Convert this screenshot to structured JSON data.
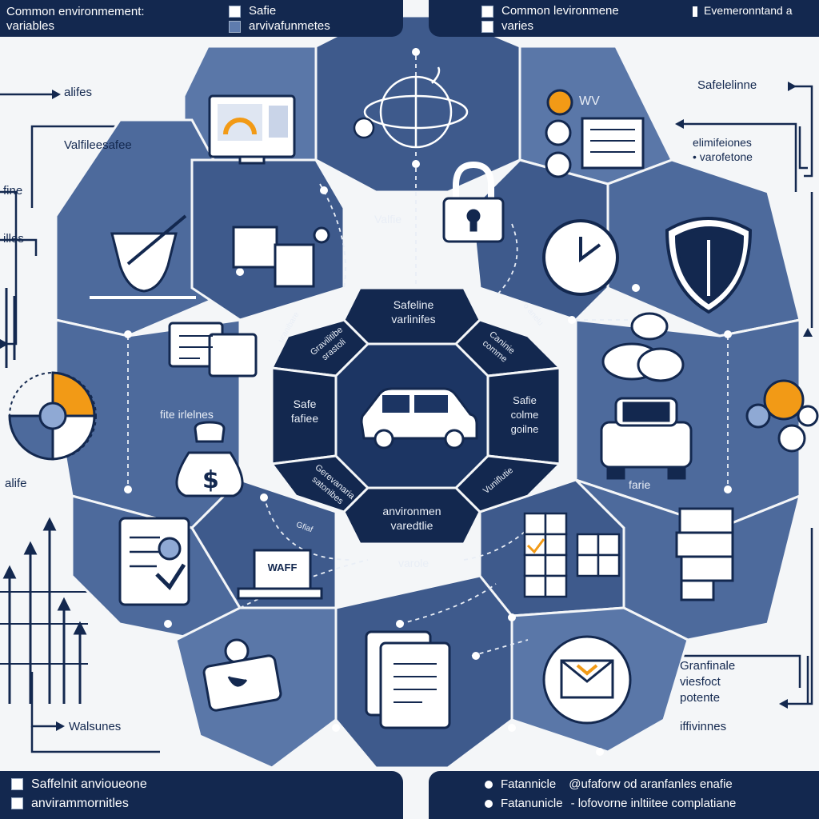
{
  "colors": {
    "navy": "#13284f",
    "hex_blue": "#3e5a8c",
    "hex_mid": "#4d6a9c",
    "hex_light": "#6d88b8",
    "accent_orange": "#f29a16",
    "line": "#13284f",
    "bg": "#f4f6f8"
  },
  "top_left_panel": {
    "title": "Common environmement:",
    "subtitle": "variables",
    "check1_label": "Safie",
    "check2_label": "arvivafunmetes"
  },
  "top_right_panel": {
    "label1": "Common levironmene",
    "label2": "varies",
    "label3": "Evemeronntand a"
  },
  "bottom_left_panel": {
    "line1": "Saffelnit anvioueone",
    "line2": "anvirammornitles"
  },
  "bottom_right_panel": {
    "line1": "Fatannicle",
    "line1b": "@ufaforw od aranfanles enafie",
    "line2": "Fatanunicle",
    "line2b": "- lofovorne inltiitee complatiane"
  },
  "side_labels": {
    "alifes": "alifes",
    "valfile": "Valfileesafee",
    "fine": "fine",
    "illes": "illes",
    "alife": "alife",
    "walsunes": "Walsunes",
    "safelelinne": "Safelelinne",
    "eliminfeiones": "elimifeiones",
    "varofetone": "• varofetone",
    "granfinale": "Granfinale",
    "viesfoct": "viesfoct",
    "potente": "potente",
    "iffivinnes": "iffivinnes"
  },
  "hex_labels": {
    "valfie": "Valfie",
    "fite_irlelnes": "fite irlelnes",
    "farie": "farie",
    "varole": "varole",
    "waff": "WAFF",
    "wv": "WV"
  },
  "center_labels": {
    "top": "Safeline\nvarlinifes",
    "upper_left": "Gravilitibe\nsrastoli",
    "upper_right": "Caninie\ncomme",
    "left": "Safe\nfafiee",
    "right": "Safie\ncolme\ngoilne",
    "lower_left": "Gerevanaria\nsatonibes",
    "lower_right": "Vuniflutie",
    "bottom": "anvironmen\nvaredtlie"
  },
  "small_annotations": {
    "left_arc": "uranibare",
    "right_arc": "o anelu",
    "bottom_arc": "Gfiaf"
  }
}
